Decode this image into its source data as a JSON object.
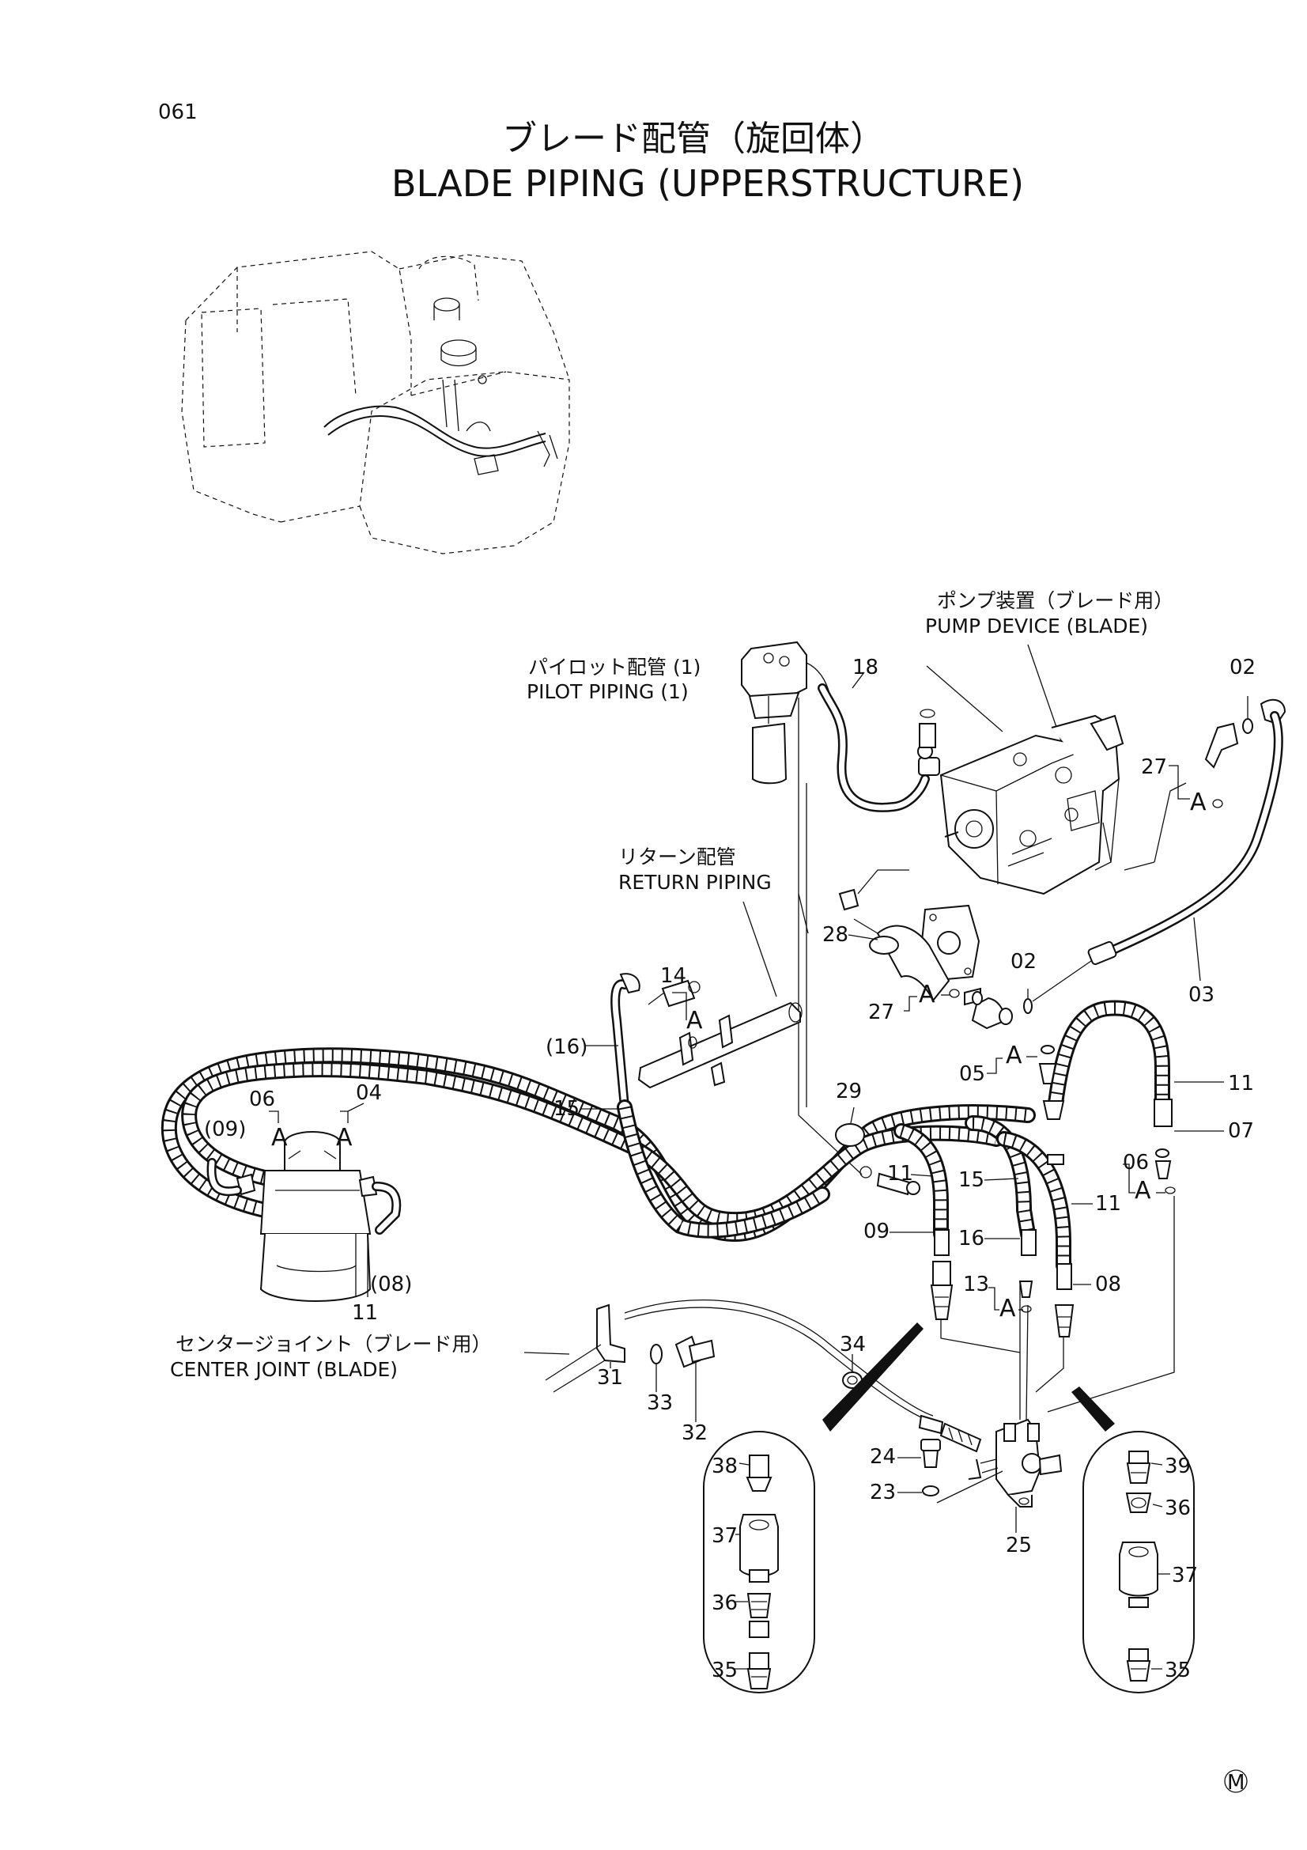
{
  "page": {
    "number": "061",
    "title_jp": "ブレード配管（旋回体）",
    "title_en": "BLADE PIPING (UPPERSTRUCTURE)",
    "corner_mark": "M"
  },
  "labels": {
    "pump_jp": "ポンプ装置（ブレード用）",
    "pump_en": "PUMP DEVICE (BLADE)",
    "pilot_jp": "パイロット配管 (1)",
    "pilot_en": "PILOT PIPING (1)",
    "return_jp": "リターン配管",
    "return_en": "RETURN PIPING",
    "center_jp": "センタージョイント（ブレード用）",
    "center_en": "CENTER JOINT (BLADE)"
  },
  "detail_letter": "A",
  "part_numbers": {
    "p02a": "02",
    "p02b": "02",
    "p03": "03",
    "p04": "04",
    "p05": "05",
    "p06a": "06",
    "p06b": "06",
    "p07": "07",
    "p08": "08",
    "p08p": "(08)",
    "p09": "09",
    "p09p": "(09)",
    "p11a": "11",
    "p11b": "11",
    "p11c": "11",
    "p11d": "11",
    "p13": "13",
    "p14": "14",
    "p15a": "15",
    "p15b": "15",
    "p16": "16",
    "p16p": "(16)",
    "p18": "18",
    "p23": "23",
    "p24": "24",
    "p25": "25",
    "p27a": "27",
    "p27b": "27",
    "p28": "28",
    "p29": "29",
    "p31": "31",
    "p32": "32",
    "p33": "33",
    "p34": "34",
    "p35a": "35",
    "p36a": "36",
    "p37a": "37",
    "p38": "38",
    "p39": "39",
    "p36b": "36",
    "p37b": "37",
    "p35b": "35"
  }
}
